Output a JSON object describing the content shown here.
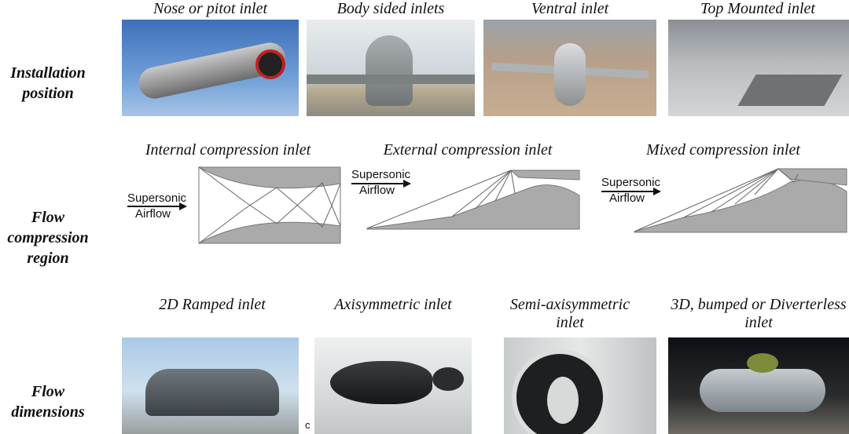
{
  "rows": [
    {
      "label": "Installation position",
      "items": [
        "Nose or pitot inlet",
        "Body sided inlets",
        "Ventral inlet",
        "Top Mounted inlet"
      ]
    },
    {
      "label": "Flow compression region",
      "items": [
        "Internal compression inlet",
        "External compression inlet",
        "Mixed compression inlet"
      ]
    },
    {
      "label": "Flow dimensions",
      "items": [
        "2D Ramped inlet",
        "Axisymmetric inlet",
        "Semi-axisymmetric inlet",
        "3D, bumped or Diverterless inlet"
      ]
    }
  ],
  "airflow": {
    "line1": "Supersonic",
    "line2": "Airflow"
  },
  "stray_mark": "c"
}
